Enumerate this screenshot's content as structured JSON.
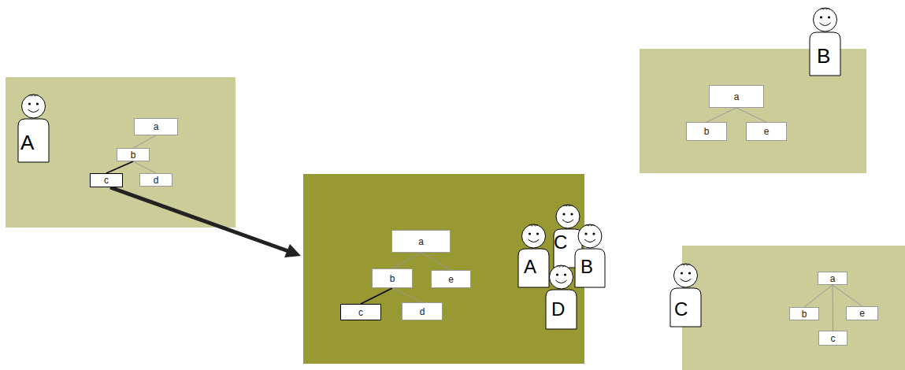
{
  "diagram": {
    "nodes": [
      {
        "text": [
          "A"
        ]
      },
      {
        "text": [
          "a"
        ]
      },
      {
        "text": [
          "b"
        ]
      },
      {
        "text": [
          "c"
        ]
      },
      {
        "text": [
          "d"
        ]
      },
      {
        "text": [
          "a"
        ]
      },
      {
        "text": [
          "b"
        ]
      },
      {
        "text": [
          "e"
        ]
      },
      {
        "text": [
          "c"
        ]
      },
      {
        "text": [
          "d"
        ]
      },
      {
        "text": [
          "A"
        ]
      },
      {
        "text": [
          "C"
        ]
      },
      {
        "text": [
          "B"
        ]
      },
      {
        "text": [
          "D"
        ]
      },
      {
        "text": [
          "B"
        ]
      },
      {
        "text": [
          "a"
        ]
      },
      {
        "text": [
          "b"
        ]
      },
      {
        "text": [
          "e"
        ]
      },
      {
        "text": [
          "C"
        ]
      },
      {
        "text": [
          "a"
        ]
      },
      {
        "text": [
          "b"
        ]
      },
      {
        "text": [
          "e"
        ]
      },
      {
        "text": [
          "c"
        ]
      }
    ],
    "edges": [
      {
        "from": 1,
        "to": 2,
        "arrow": "none"
      },
      {
        "from": 2,
        "to": 3,
        "arrow": "none"
      },
      {
        "from": 2,
        "to": 4,
        "arrow": "none"
      },
      {
        "from": 5,
        "to": 6,
        "arrow": "none"
      },
      {
        "from": 5,
        "to": 7,
        "arrow": "none"
      },
      {
        "from": 6,
        "to": 8,
        "arrow": "none"
      },
      {
        "from": 6,
        "to": 9,
        "arrow": "none"
      },
      {
        "from": 15,
        "to": 16,
        "arrow": "none"
      },
      {
        "from": 15,
        "to": 17,
        "arrow": "none"
      },
      {
        "from": 19,
        "to": 20,
        "arrow": "none"
      },
      {
        "from": 19,
        "to": 22,
        "arrow": "none"
      },
      {
        "from": 19,
        "to": 21,
        "arrow": "none"
      }
    ]
  }
}
